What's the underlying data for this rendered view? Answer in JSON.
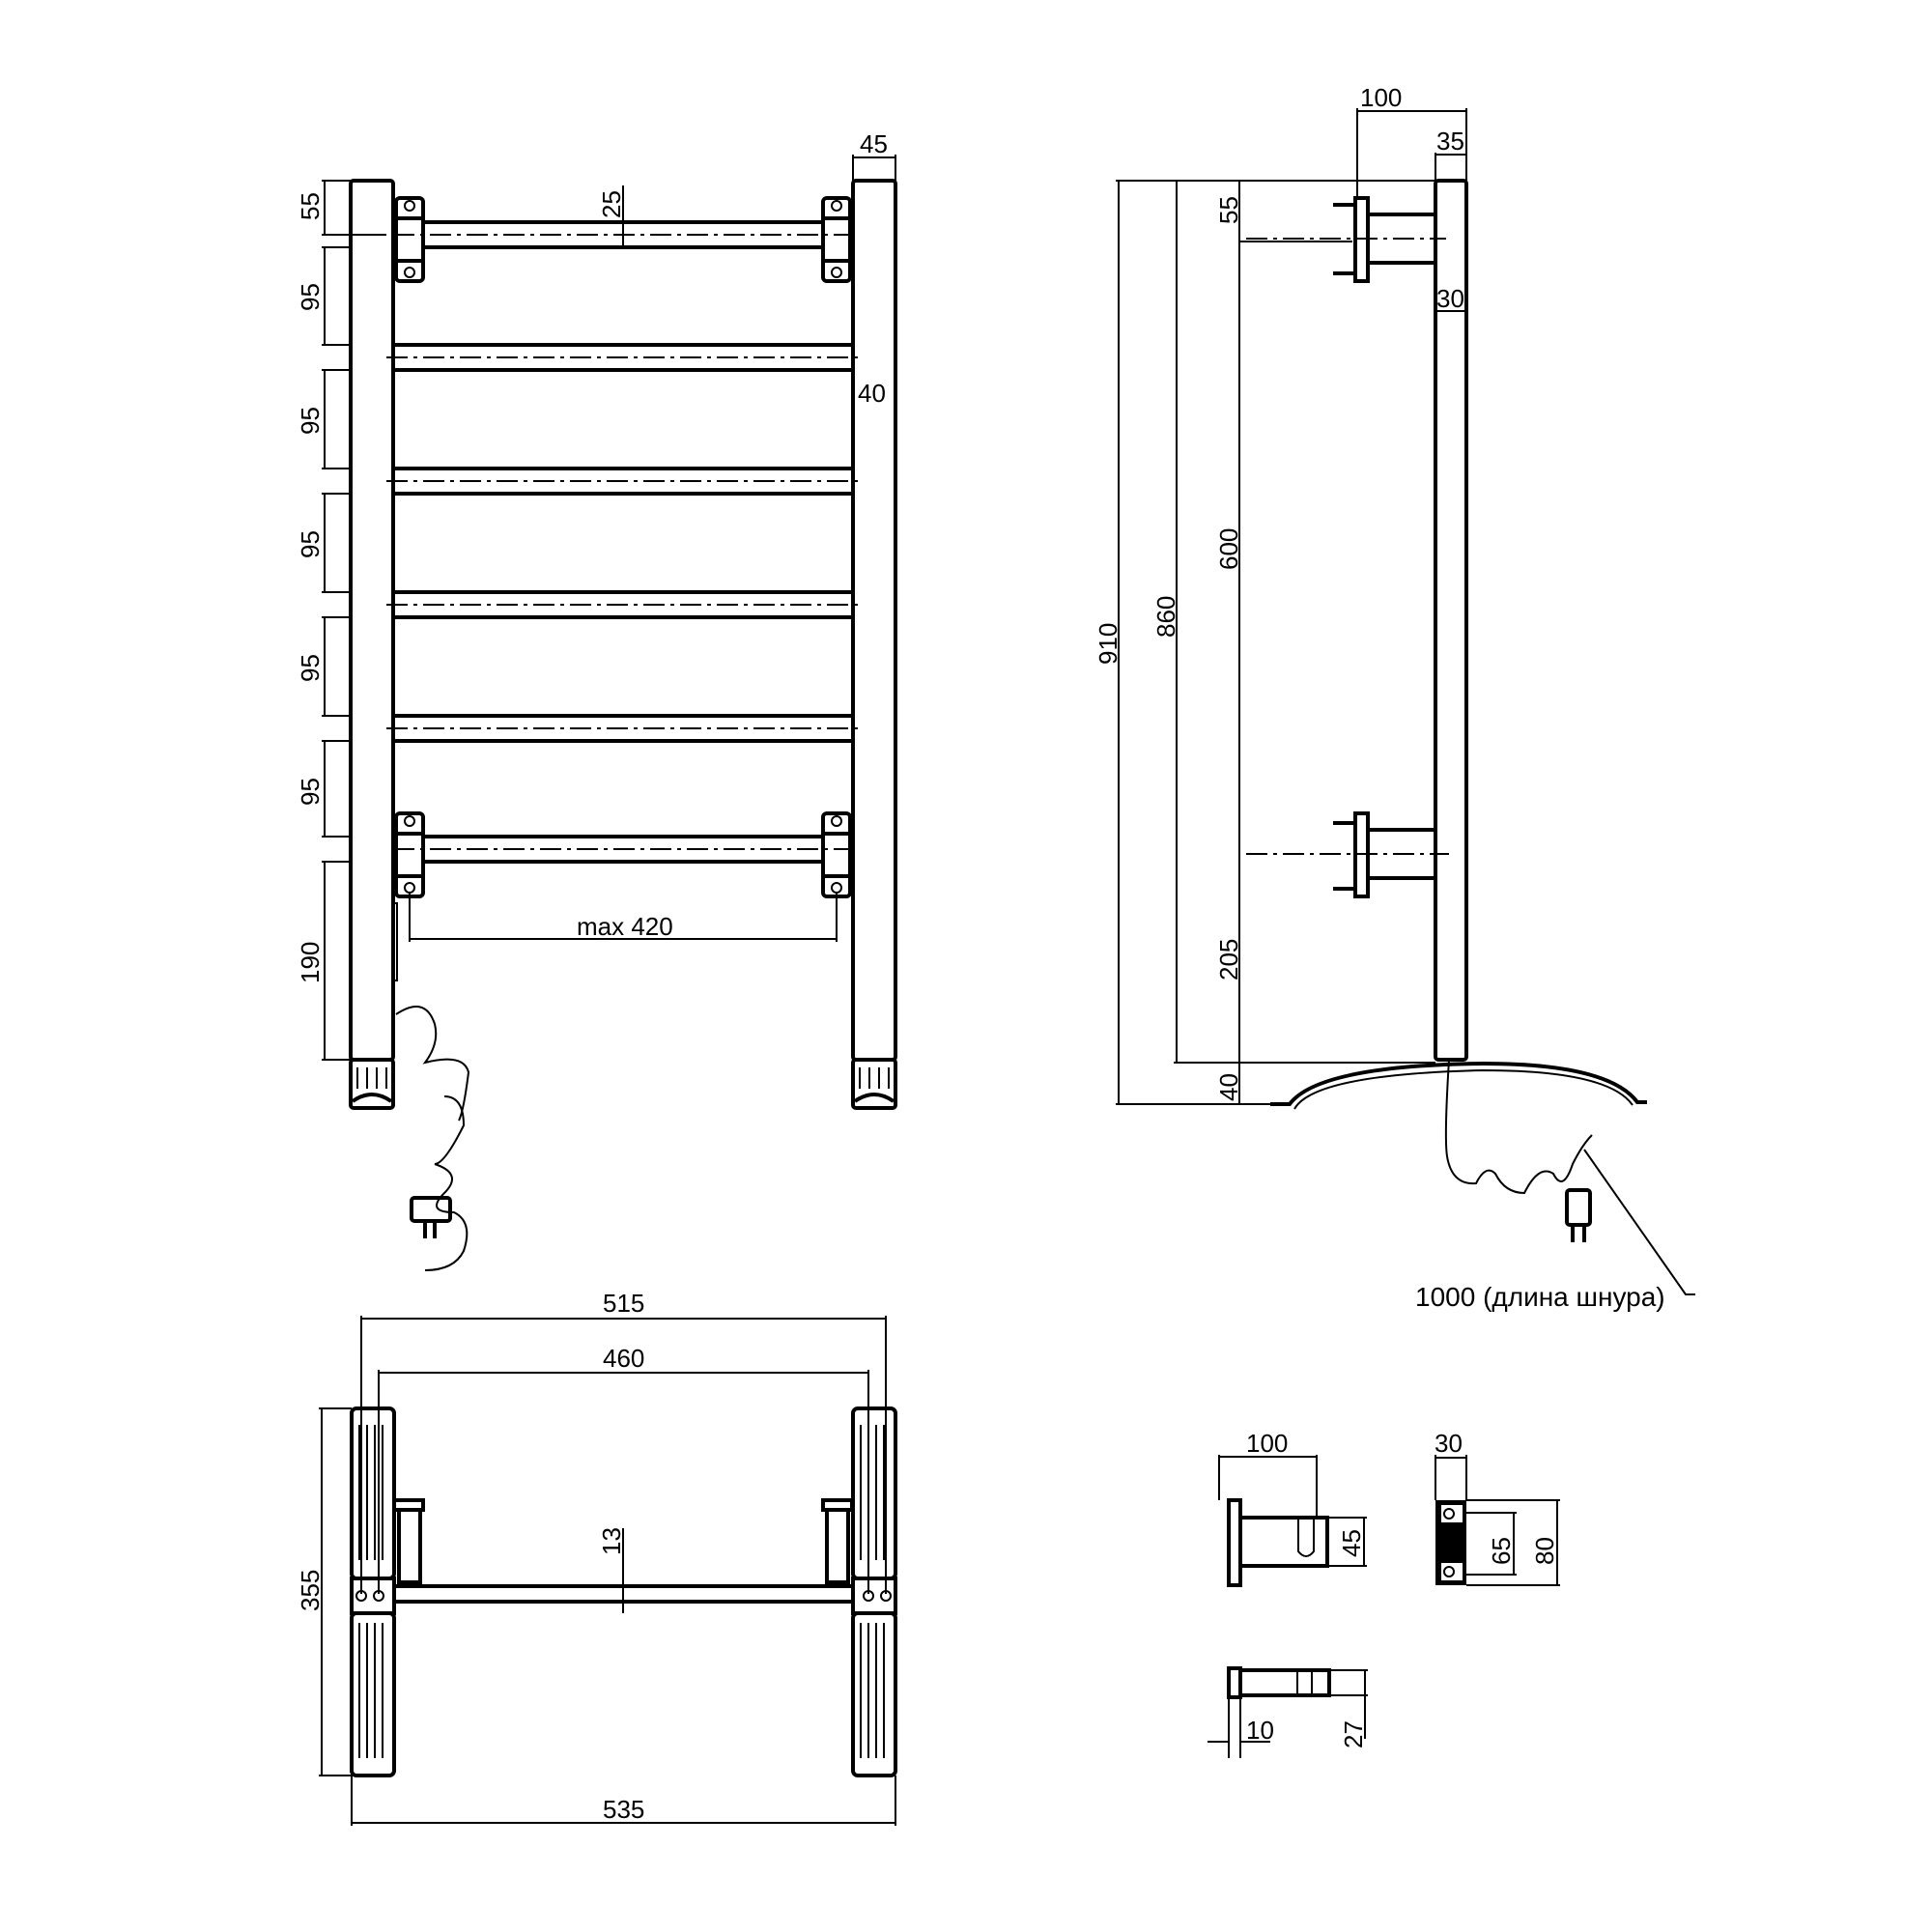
{
  "drawing": {
    "front_view": {
      "top_width": "45",
      "rail_diameter": "25",
      "rail_spacing_top": "55",
      "rail_spacings": [
        "95",
        "95",
        "95",
        "95",
        "95"
      ],
      "bottom_offset": "190",
      "side_tube": "40",
      "mount_span": "max 420"
    },
    "side_view": {
      "bracket_depth": "100",
      "tube_top": "35",
      "tube_width": "30",
      "top_gap": "55",
      "bracket_span": "600",
      "bottom_to_bracket": "205",
      "foot_height": "40",
      "total_height_inner": "860",
      "total_height": "910",
      "cord_note": "1000 (длина шнура)"
    },
    "top_view": {
      "outer_span": "515",
      "inner_span": "460",
      "rail_width": "13",
      "depth": "355",
      "overall_width": "535"
    },
    "bracket_detail": {
      "projection": "100",
      "height": "45",
      "plate_width": "30",
      "hole_spacing": "65",
      "plate_height": "80",
      "plate_thickness": "10",
      "arm_thickness": "27"
    }
  }
}
